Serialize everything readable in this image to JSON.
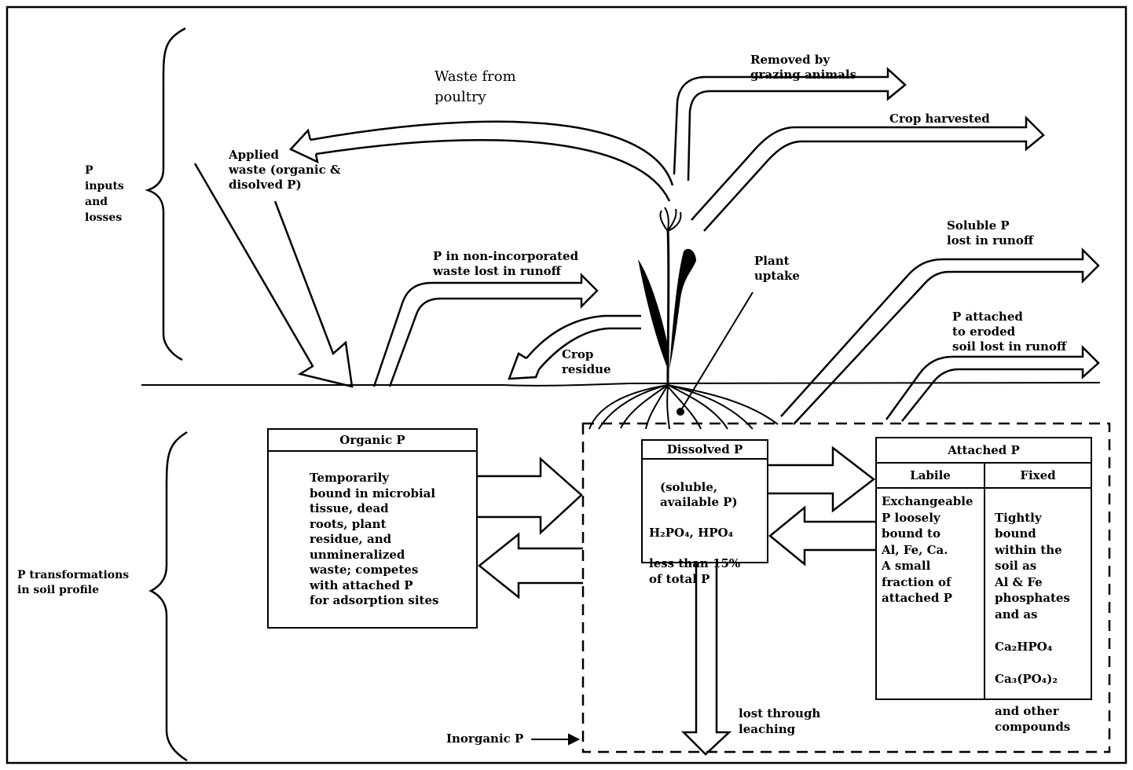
{
  "labels": {
    "p_inputs_losses": "P\ninputs\nand\nlosses",
    "p_transformations": "P transformations\nin soil profile",
    "waste_from_poultry": "Waste from\npoultry",
    "applied_waste": "Applied\nwaste (organic &\ndisolved P)",
    "removed_grazing": "Removed by\ngrazing animals",
    "crop_harvested": "Crop harvested",
    "noninc_runoff": "P in non-incorporated\nwaste lost in runoff",
    "plant_uptake": "Plant\nuptake",
    "crop_residue": "Crop\nresidue",
    "soluble_runoff": "Soluble P\nlost in runoff",
    "attached_runoff": "P attached\nto eroded\nsoil lost in runoff",
    "lost_leaching": "lost through\nleaching",
    "inorganic_p": "Inorganic P"
  },
  "boxes": {
    "organic": {
      "title": "Organic P",
      "body": "Temporarily\nbound in microbial\ntissue, dead\nroots, plant\nresidue, and\nunmineralized\nwaste; competes\nwith attached P\nfor adsorption sites"
    },
    "dissolved": {
      "title": "Dissolved P",
      "body1": "(soluble,\navailable P)",
      "chem": "H₂PO₄, HPO₄",
      "body2": "less than 15%\nof total P"
    },
    "attached": {
      "title": "Attached P",
      "labile_title": "Labile",
      "fixed_title": "Fixed",
      "labile_body": "Exchangeable\nP loosely\nbound to\nAl, Fe, Ca.\nA small\nfraction of\nattached P",
      "fixed_body1": "Tightly\nbound\nwithin the\nsoil as\nAl & Fe\nphosphates\nand as",
      "fixed_chem1": "Ca₂HPO₄",
      "fixed_chem2": "Ca₃(PO₄)₂",
      "fixed_body2": "and other\ncompounds"
    }
  }
}
